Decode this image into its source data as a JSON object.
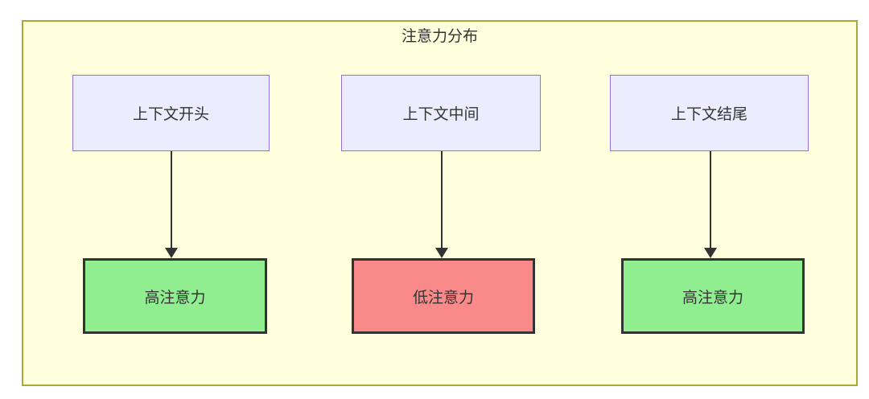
{
  "diagram": {
    "title": "注意力分布",
    "frame": {
      "fill": "#ffffde",
      "stroke": "#aaaa33"
    },
    "top_nodes": [
      {
        "label": "上下文开头",
        "fill": "#ececff",
        "stroke": "#9370db"
      },
      {
        "label": "上下文中间",
        "fill": "#ececff",
        "stroke": "#9370db"
      },
      {
        "label": "上下文结尾",
        "fill": "#ececff",
        "stroke": "#9370db"
      }
    ],
    "bottom_nodes": [
      {
        "label": "高注意力",
        "fill": "#90ee90",
        "stroke": "#333333",
        "status": "high"
      },
      {
        "label": "低注意力",
        "fill": "#fa8a8a",
        "stroke": "#333333",
        "status": "low"
      },
      {
        "label": "高注意力",
        "fill": "#90ee90",
        "stroke": "#333333",
        "status": "high"
      }
    ],
    "edges": [
      {
        "from": "上下文开头",
        "to": "高注意力",
        "color": "#333333"
      },
      {
        "from": "上下文中间",
        "to": "低注意力",
        "color": "#333333"
      },
      {
        "from": "上下文结尾",
        "to": "高注意力",
        "color": "#333333"
      }
    ],
    "text_color": "#333333"
  }
}
